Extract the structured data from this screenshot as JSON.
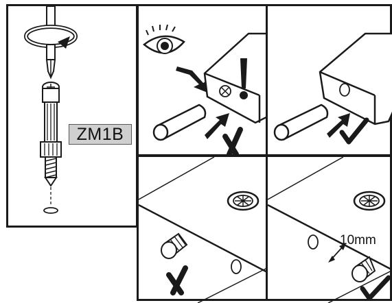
{
  "panels": {
    "tool": {
      "model_label": "ZM1B"
    },
    "inspect_wrong": {
      "result": "cross"
    },
    "inspect_right": {
      "result": "check"
    },
    "insert_wrong": {
      "result": "cross"
    },
    "insert_right": {
      "result": "check",
      "distance_label": "10mm"
    }
  },
  "colors": {
    "ink": "#1a1a1a",
    "label_bg": "#cfcfcf",
    "paper": "#ffffff"
  }
}
